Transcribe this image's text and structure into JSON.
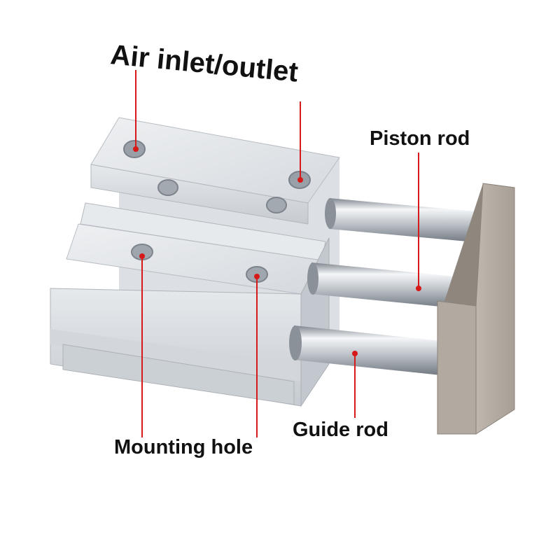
{
  "labels": {
    "air_port": "Air inlet/outlet",
    "piston_rod": "Piston rod",
    "guide_rod": "Guide rod",
    "mounting_hole": "Mounting hole"
  },
  "colors": {
    "pointer": "#d61a1a",
    "body_light": "#e9ebee",
    "body_mid": "#cfd3d8",
    "body_dark": "#a9aeb5",
    "plate": "#b9b1a8",
    "plate_dark": "#8f877e",
    "rod": "#c9ced4"
  }
}
